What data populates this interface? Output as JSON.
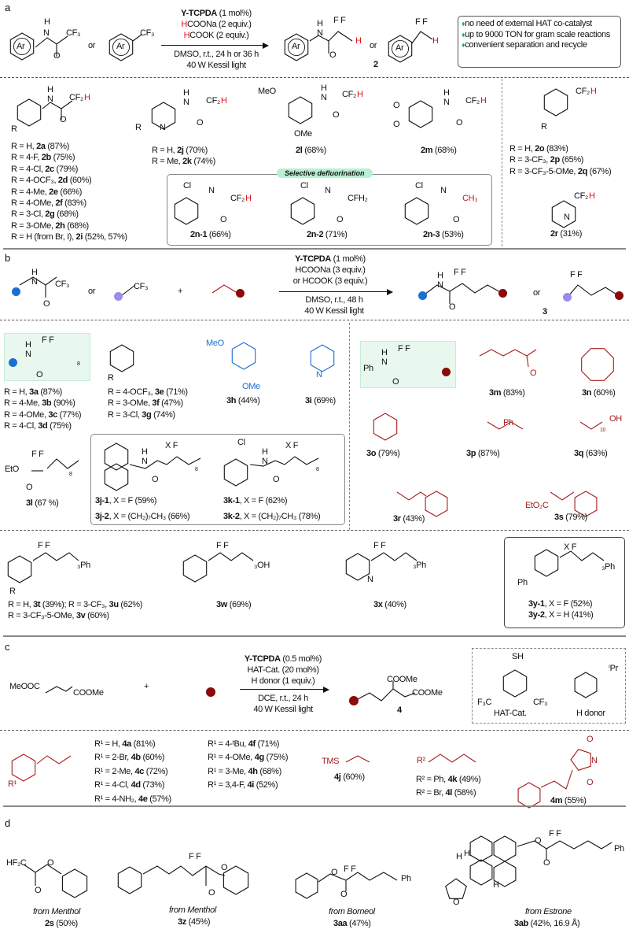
{
  "panels": {
    "a": "a",
    "b": "b",
    "c": "c",
    "d": "d"
  },
  "atoms": {
    "Ar": "Ar",
    "CF3": "CF₃",
    "N": "N",
    "H": "H",
    "O": "O",
    "F": "F",
    "FF": "F  F",
    "or": "or",
    "plus": "+",
    "CF2": "CF₂",
    "CFH2": "CFH₂",
    "CH3": "CH₃",
    "Cl": "Cl",
    "MeO": "MeO",
    "OMe": "OMe",
    "R": "R",
    "X": "X",
    "XF": "X  F",
    "Ph": "Ph",
    "EtO": "EtO",
    "EtO2C": "EtO₂C",
    "OH": "OH",
    "n8": "8",
    "n3": "3",
    "n10": "10",
    "sub3Ph": "₃Ph",
    "sub3OH": "₃OH",
    "TMS": "TMS",
    "R1": "R¹",
    "R2": "R²",
    "SH": "SH",
    "F3C": "F₃C",
    "iPr": "ⁱPr",
    "COOMe": "COOMe",
    "MeOOC": "MeOOC",
    "HF2C": "HF₂C"
  },
  "a": {
    "conditions": {
      "cat": "Y-TCPDA",
      "cat_amt": " (1 mol%)",
      "r1_h": "H",
      "r1": "COONa (2 equiv.)",
      "r2_h": "H",
      "r2": "COOK (2 equiv.)",
      "solvent": "DMSO, r.t., 24 h or 36 h",
      "light": "40 W Kessil light"
    },
    "product_id": "2",
    "features": [
      "no need of external HAT co-catalyst",
      "up to 9000 TON for gram scale reactions",
      "convenient separation and recycle"
    ],
    "list_2a": [
      {
        "r": "R = H, ",
        "id": "2a",
        "y": " (87%)"
      },
      {
        "r": "R = 4-F, ",
        "id": "2b",
        "y": " (75%)"
      },
      {
        "r": "R = 4-Cl, ",
        "id": "2c",
        "y": " (79%)"
      },
      {
        "r": "R = 4-OCF₃, ",
        "id": "2d",
        "y": " (60%)"
      },
      {
        "r": "R = 4-Me, ",
        "id": "2e",
        "y": " (66%)"
      },
      {
        "r": "R = 4-OMe, ",
        "id": "2f",
        "y": " (83%)"
      },
      {
        "r": "R = 3-Cl, ",
        "id": "2g",
        "y": " (68%)"
      },
      {
        "r": "R = 3-OMe, ",
        "id": "2h",
        "y": " (68%)"
      },
      {
        "r": "R = H (from Br, I), ",
        "id": "2i",
        "y": " (52%, 57%)"
      }
    ],
    "list_2j": [
      {
        "r": "R = H, ",
        "id": "2j",
        "y": " (70%)"
      },
      {
        "r": "R = Me, ",
        "id": "2k",
        "y": " (74%)"
      }
    ],
    "c2l": {
      "r": "",
      "id": "2l",
      "y": " (68%)"
    },
    "c2m": {
      "r": "",
      "id": "2m",
      "y": " (68%)"
    },
    "list_2o": [
      {
        "r": "R = H, ",
        "id": "2o",
        "y": " (83%)"
      },
      {
        "r": "R = 3-CF₃, ",
        "id": "2p",
        "y": " (65%)"
      },
      {
        "r": "R = 3-CF₃-5-OMe, ",
        "id": "2q",
        "y": " (67%)"
      }
    ],
    "c2r": {
      "r": "",
      "id": "2r",
      "y": " (31%)"
    },
    "selective_label": "Selective defluorination",
    "c2n1": {
      "r": "",
      "id": "2n-1",
      "y": " (66%)"
    },
    "c2n2": {
      "r": "",
      "id": "2n-2",
      "y": " (71%)"
    },
    "c2n3": {
      "r": "",
      "id": "2n-3",
      "y": " (53%)"
    }
  },
  "b": {
    "conditions": {
      "cat": "Y-TCPDA",
      "cat_amt": " (1 mol%)",
      "r1": "HCOONa (3 equiv.)",
      "r2": "or HCOOK (3 equiv.)",
      "solvent": "DMSO, r.t., 48 h",
      "light": "40 W Kessil light"
    },
    "product_id": "3",
    "list_3a": [
      {
        "r": "R = H, ",
        "id": "3a",
        "y": " (87%)"
      },
      {
        "r": "R = 4-Me, ",
        "id": "3b",
        "y": " (90%)"
      },
      {
        "r": "R = 4-OMe, ",
        "id": "3c",
        "y": " (77%)"
      },
      {
        "r": "R = 4-Cl, ",
        "id": "3d",
        "y": " (75%)"
      }
    ],
    "list_3e": [
      {
        "r": "R = 4-OCF₃, ",
        "id": "3e",
        "y": " (71%)"
      },
      {
        "r": "R = 3-OMe, ",
        "id": "3f",
        "y": " (47%)"
      },
      {
        "r": "R = 3-Cl, ",
        "id": "3g",
        "y": " (74%)"
      }
    ],
    "c3h": {
      "r": "",
      "id": "3h",
      "y": " (44%)"
    },
    "c3i": {
      "r": "",
      "id": "3i",
      "y": " (69%)"
    },
    "c3l": {
      "r": "",
      "id": "3l",
      "y": " (67 %)"
    },
    "list_3j": [
      {
        "r": "",
        "id": "3j-1",
        "y": ", X = F (59%)"
      },
      {
        "r": "",
        "id": "3j-2",
        "y": ", X = (CH₂)₇CH₃ (66%)"
      }
    ],
    "list_3k": [
      {
        "r": "",
        "id": "3k-1",
        "y": ", X = F (62%)"
      },
      {
        "r": "",
        "id": "3k-2",
        "y": ", X = (CH₂)₇CH₃ (78%)"
      }
    ],
    "c3m": {
      "r": "",
      "id": "3m",
      "y": " (83%)"
    },
    "c3n": {
      "r": "",
      "id": "3n",
      "y": " (60%)"
    },
    "c3o": {
      "r": "",
      "id": "3o",
      "y": " (79%)"
    },
    "c3p": {
      "r": "",
      "id": "3p",
      "y": " (87%)"
    },
    "c3q": {
      "r": "",
      "id": "3q",
      "y": " (63%)"
    },
    "c3r": {
      "r": "",
      "id": "3r",
      "y": " (43%)"
    },
    "c3s": {
      "r": "",
      "id": "3s",
      "y": " (79%)"
    },
    "list_3t": [
      {
        "r": "R = H, ",
        "id": "3t",
        "y": " (39%); R = 3-CF₃, ",
        "id2": "3u",
        "y2": " (62%)"
      },
      {
        "r": "R = 3-CF₃-5-OMe, ",
        "id": "3v",
        "y": " (60%)"
      }
    ],
    "c3w": {
      "r": "",
      "id": "3w",
      "y": " (69%)"
    },
    "c3x": {
      "r": "",
      "id": "3x",
      "y": " (40%)"
    },
    "list_3y": [
      {
        "r": "",
        "id": "3y-1",
        "y": ", X = F (52%)"
      },
      {
        "r": "",
        "id": "3y-2",
        "y": ", X = H (41%)"
      }
    ]
  },
  "c": {
    "conditions": {
      "cat": "Y-TCPDA",
      "cat_amt": " (0.5 mol%)",
      "r1": "HAT-Cat. (20 mol%)",
      "r2": "H donor (1 equiv.)",
      "solvent": "DCE, r.t., 24 h",
      "light": "40 W Kessil light"
    },
    "product_id": "4",
    "hat_cat_label": "HAT-Cat.",
    "h_donor_label": "H donor",
    "list_4a": [
      {
        "r": "R¹ = H, ",
        "id": "4a",
        "y": " (81%)"
      },
      {
        "r": "R¹ = 2-Br, ",
        "id": "4b",
        "y": " (60%)"
      },
      {
        "r": "R¹ = 2-Me, ",
        "id": "4c",
        "y": " (72%)"
      },
      {
        "r": "R¹ = 4-Cl, ",
        "id": "4d",
        "y": " (73%)"
      },
      {
        "r": "R¹ = 4-NH₂, ",
        "id": "4e",
        "y": " (57%)"
      }
    ],
    "list_4f": [
      {
        "r": "R¹ = 4-ᵗBu, ",
        "id": "4f",
        "y": " (71%)"
      },
      {
        "r": "R¹ = 4-OMe, ",
        "id": "4g",
        "y": " (75%)"
      },
      {
        "r": "R¹ = 3-Me, ",
        "id": "4h",
        "y": " (68%)"
      },
      {
        "r": "R¹ = 3,4-F, ",
        "id": "4i",
        "y": " (52%)"
      }
    ],
    "c4j": {
      "r": "",
      "id": "4j",
      "y": " (60%)"
    },
    "list_4k": [
      {
        "r": "R² = Ph, ",
        "id": "4k",
        "y": " (49%)"
      },
      {
        "r": "R² = Br, ",
        "id": "4l",
        "y": " (58%)"
      }
    ],
    "c4m": {
      "r": "",
      "id": "4m",
      "y": " (55%)"
    }
  },
  "d": {
    "c2s": {
      "src": "from Menthol",
      "r": "",
      "id": "2s",
      "y": " (50%)"
    },
    "c3z": {
      "src": "from Menthol",
      "r": "",
      "id": "3z",
      "y": " (45%)"
    },
    "c3aa": {
      "src": "from Borneol",
      "r": "",
      "id": "3aa",
      "y": " (47%)"
    },
    "c3ab": {
      "src": "from Estrone",
      "r": "",
      "id": "3ab",
      "y": " (42%, 16.9 Å)"
    }
  },
  "colors": {
    "red_h": "#e0101a",
    "substrate_red": "#a51c1c",
    "amide_blue": "#1c6fd1",
    "arene_lavender": "#9b8cf0",
    "alkene_dot": "#8b0a0a",
    "highlight_green": "#e8f8ee"
  }
}
